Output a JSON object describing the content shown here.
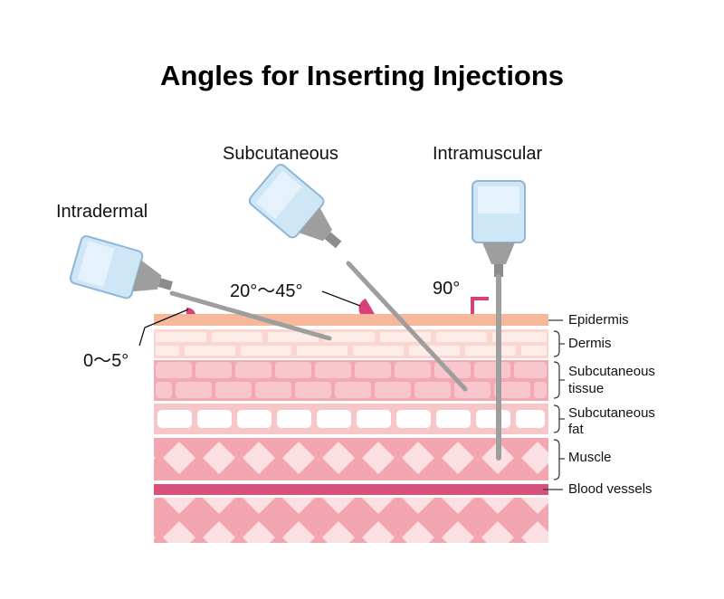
{
  "title": "Angles for Inserting Injections",
  "injections": [
    {
      "name": "Intradermal",
      "angle_label": "0〜5°"
    },
    {
      "name": "Subcutaneous",
      "angle_label": "20°〜45°"
    },
    {
      "name": "Intramuscular",
      "angle_label": "90°"
    }
  ],
  "layers": {
    "epidermis": "Epidermis",
    "dermis": "Dermis",
    "subcutaneous_tissue_1": "Subcutaneous",
    "subcutaneous_tissue_2": "tissue",
    "subcutaneous_fat_1": "Subcutaneous",
    "subcutaneous_fat_2": "fat",
    "muscle": "Muscle",
    "blood_vessels": "Blood vessels"
  },
  "colors": {
    "epidermis": "#f7b79a",
    "dermis_bg": "#fbd6d0",
    "tissue_bg": "#f3a9b3",
    "fat_bg": "#f7c6c9",
    "muscle_bg": "#f3a6b0",
    "vessel": "#d9507a",
    "syringe": "#cfe6f7",
    "needle": "#a9a9a9",
    "angle_mark": "#d9407a"
  }
}
